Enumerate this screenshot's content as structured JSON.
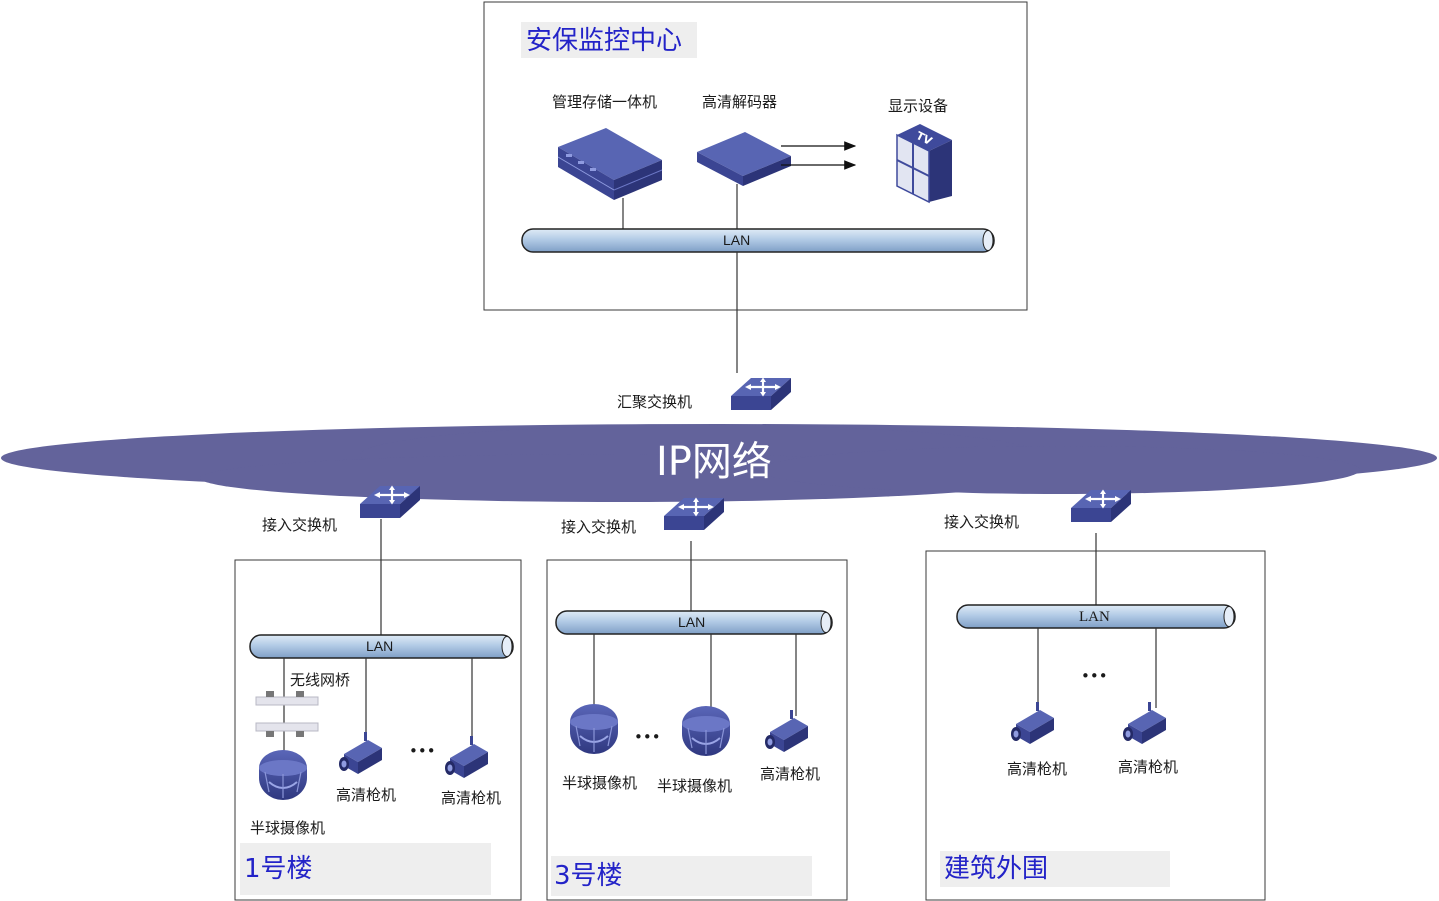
{
  "center": {
    "title": "安保监控中心",
    "storage_label": "管理存储一体机",
    "decoder_label": "高清解码器",
    "display_label": "显示设备",
    "tv_text": "TV",
    "lan_label": "LAN"
  },
  "core": {
    "switch_label": "汇聚交换机",
    "network_label": "IP网络"
  },
  "building1": {
    "switch_label": "接入交换机",
    "lan_label": "LAN",
    "bridge_label": "无线网桥",
    "dome_label": "半球摄像机",
    "gun1_label": "高清枪机",
    "gun2_label": "高清枪机",
    "ellipsis": "•••",
    "title": "1号楼"
  },
  "building3": {
    "switch_label": "接入交换机",
    "lan_label": "LAN",
    "dome1_label": "半球摄像机",
    "dome2_label": "半球摄像机",
    "gun_label": "高清枪机",
    "ellipsis": "•••",
    "title": "3号楼"
  },
  "perimeter": {
    "switch_label": "接入交换机",
    "lan_label": "LAN",
    "gun1_label": "高清枪机",
    "gun2_label": "高清枪机",
    "ellipsis": "•••",
    "title": "建筑外围"
  },
  "colors": {
    "cloud": "#63639b",
    "device": "#3f4a9c",
    "pipe": "#b3cbe6",
    "title_text": "#2323c8"
  }
}
